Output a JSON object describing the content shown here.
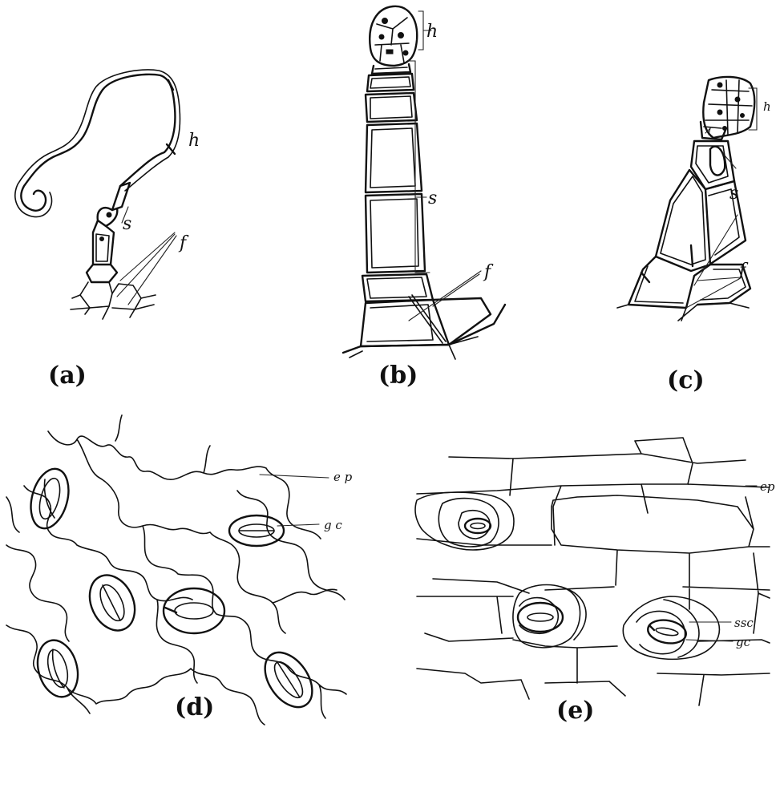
{
  "panels": {
    "a": {
      "caption": "(a)",
      "labels": {
        "h": "h",
        "s": "s",
        "f": "f"
      }
    },
    "b": {
      "caption": "(b)",
      "labels": {
        "h": "h",
        "s": "s",
        "f": "f"
      }
    },
    "c": {
      "caption": "(c)",
      "labels": {
        "h": "h",
        "s": "s",
        "f": "f"
      }
    },
    "d": {
      "caption": "(d)",
      "labels": {
        "ep": "e p",
        "gc": "g c"
      }
    },
    "e": {
      "caption": "(e)",
      "labels": {
        "ep": "ep",
        "ssc": "ssc",
        "gc": "gc"
      }
    }
  }
}
